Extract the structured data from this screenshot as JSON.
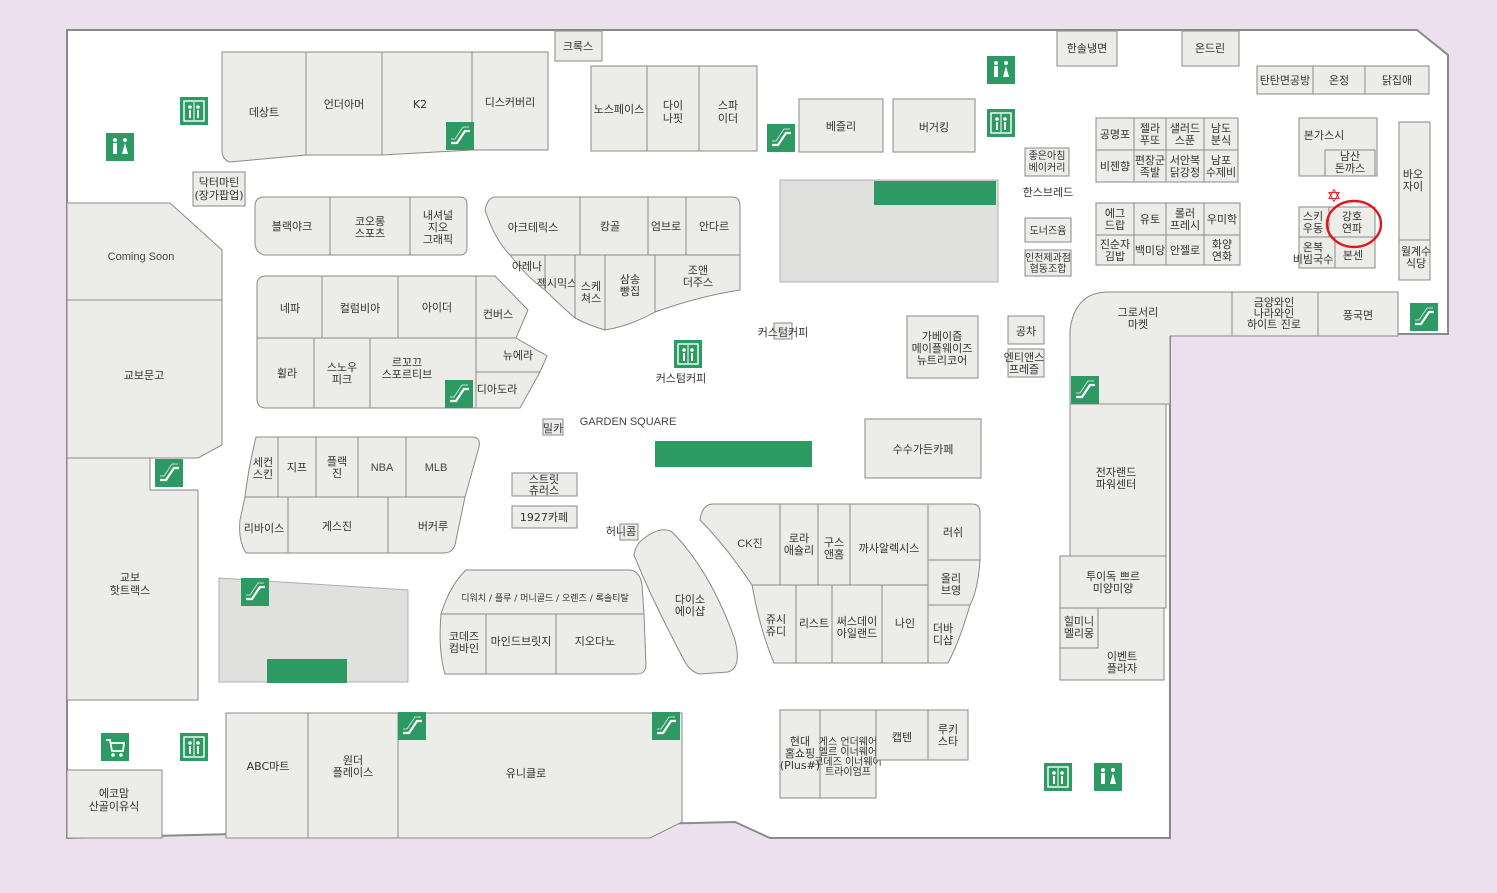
{
  "colors": {
    "background": "#ece0ef",
    "facility_green": "#2e9a63",
    "store_fill": "#ecece9",
    "marker_red": "#e0161b"
  },
  "map_labels": {
    "garden_square": "GARDEN SQUARE",
    "coming_soon": "Coming Soon"
  },
  "stores": {
    "crocs": "크록스",
    "hansol": "한솔냉면",
    "ondrin": "온드린",
    "tantan": "탄탄면공방",
    "onjeong": "온정",
    "dakjip": "닭집애",
    "descente": "데상트",
    "underarmour": "언더아머",
    "k2": "K2",
    "discovery": "디스커버리",
    "northface": "노스페이스",
    "dainapit": [
      "다이",
      "나핏"
    ],
    "spider": [
      "스파",
      "이더"
    ],
    "bejeulli": "베즐리",
    "burgerking": "버거킹",
    "doctor": [
      "닥터마틴",
      "(장가팝업)"
    ],
    "blackyak": "블랙야크",
    "kolon": [
      "코오롱",
      "스포츠"
    ],
    "natgeo": [
      "내셔널",
      "지오",
      "그래픽"
    ],
    "arcteryx": "아크테릭스",
    "kangol": "캉골",
    "umbro": "엄브로",
    "andar": "안다르",
    "arena": "아레나",
    "jexi": "젝시믹스",
    "skechers": [
      "스케",
      "쳐스"
    ],
    "samsong": [
      "삼송",
      "빵집"
    ],
    "joyandjus": [
      "조앤",
      "더주스"
    ],
    "nepa": "네파",
    "columbia": "컬럼비아",
    "eider": "아이더",
    "converse": "컨버스",
    "fila": "휠라",
    "snowpeak": [
      "스노우",
      "피크"
    ],
    "lecoq": [
      "르꼬끄",
      "스포르티브"
    ],
    "newera": "뉴에라",
    "diadora": "디아도라",
    "sekkun": [
      "세컨",
      "스킨"
    ],
    "jip": "지프",
    "fulltn": [
      "플랙",
      "진"
    ],
    "nba": "NBA",
    "mlb": "MLB",
    "levis": "리바이스",
    "guess": "게스진",
    "burberry": "버커루",
    "milk": "밀카",
    "street": [
      "스트릿",
      "츄러스"
    ],
    "cafe1927": "1927카페",
    "honey": "허니콤",
    "customcoffee1": "커스텀커피",
    "customcoffee2": "커스텀커피",
    "sonsoo": "수수가든카페",
    "dives": "디워치 / 플루 / 머니골드 / 오렌즈 / 록솔티탈",
    "codes": [
      "코데즈",
      "컴바인"
    ],
    "mind": "마인드브릿지",
    "giordano": "지오다노",
    "daiso": [
      "다이소",
      "에이샵"
    ],
    "ckjean": "CK진",
    "lola": [
      "로라",
      "애슐리"
    ],
    "guccino": [
      "구스",
      "앤홈"
    ],
    "kasa": "까사알렉시스",
    "lush": "러쉬",
    "olive": [
      "올리",
      "브영"
    ],
    "jusi": [
      "쥬시",
      "쥬디"
    ],
    "list": "리스트",
    "sseuseu": [
      "써스데이",
      "아일랜드"
    ],
    "nain": "나인",
    "theba": [
      "더바",
      "디샵"
    ],
    "kyobo_books": "교보문고",
    "kyobo_hot": [
      "교보",
      "핫트랙스"
    ],
    "abc": "ABC마트",
    "wonder": [
      "원더",
      "플레이스"
    ],
    "uniqlo": "유니클로",
    "ecomam": [
      "에코맘",
      "산골이유식"
    ],
    "hyundai": [
      "현대",
      "홈쇼핑",
      "(Plus#)"
    ],
    "guess_under": [
      "게스 언더웨어",
      "엘르 이너웨어",
      "코데즈 이너웨어",
      "트라이엄프"
    ],
    "captain": "캡텐",
    "lukistar": [
      "루키",
      "스타"
    ],
    "gabe": [
      "가베이즘",
      "메이플웨이즈",
      "뉴트리코어"
    ],
    "gongcha": "공차",
    "entien": [
      "엔티앤스",
      "프레즐"
    ],
    "bakery": [
      "좋은아침",
      "베이커리"
    ],
    "hansbread": "한스브레드",
    "donuts": "도너즈윰",
    "incheon": [
      "인천제과점",
      "협동조합"
    ],
    "gongmyeong": "공명포",
    "jella": [
      "젤라",
      "푸또"
    ],
    "salad": [
      "샐러드",
      "스푼"
    ],
    "namdo": [
      "남도",
      "분식"
    ],
    "bijin": "비젠향",
    "pyeonjang": [
      "편장군",
      "족발"
    ],
    "seomak": [
      "서안복",
      "닭강정"
    ],
    "nampo": [
      "남포",
      "수제비"
    ],
    "egg": [
      "에그",
      "드랍"
    ],
    "yuto": "유토",
    "rollfresh": [
      "롤러",
      "프레시"
    ],
    "umihak": "우미학",
    "jinsun": [
      "진순자",
      "김밥"
    ],
    "baekmi": "백미당",
    "anjelo": "안젤로",
    "hwayang": [
      "화양",
      "연화"
    ],
    "bongasu": "본가스시",
    "namsan": [
      "남산",
      "돈까스"
    ],
    "baoza": [
      "바오",
      "자이"
    ],
    "suki": [
      "스키",
      "우동"
    ],
    "ganghoyeonpa": [
      "강호",
      "연파"
    ],
    "onbok": [
      "온복",
      "비빔국수"
    ],
    "bonsen": "본센",
    "woljjesu": [
      "월계수",
      "식당"
    ],
    "grocery": [
      "그로서리",
      "마켓"
    ],
    "geumyang": [
      "금양와인",
      "나라와인",
      "하이트 진로"
    ],
    "pungguk": "풍국면",
    "jeonjaland": [
      "전자랜드",
      "파워센터"
    ],
    "toys": [
      "투이독 쁘르",
      "미양미양"
    ],
    "hilmini": [
      "힐미니",
      "멜리몽"
    ],
    "event": [
      "이벤트",
      "플라자"
    ]
  }
}
